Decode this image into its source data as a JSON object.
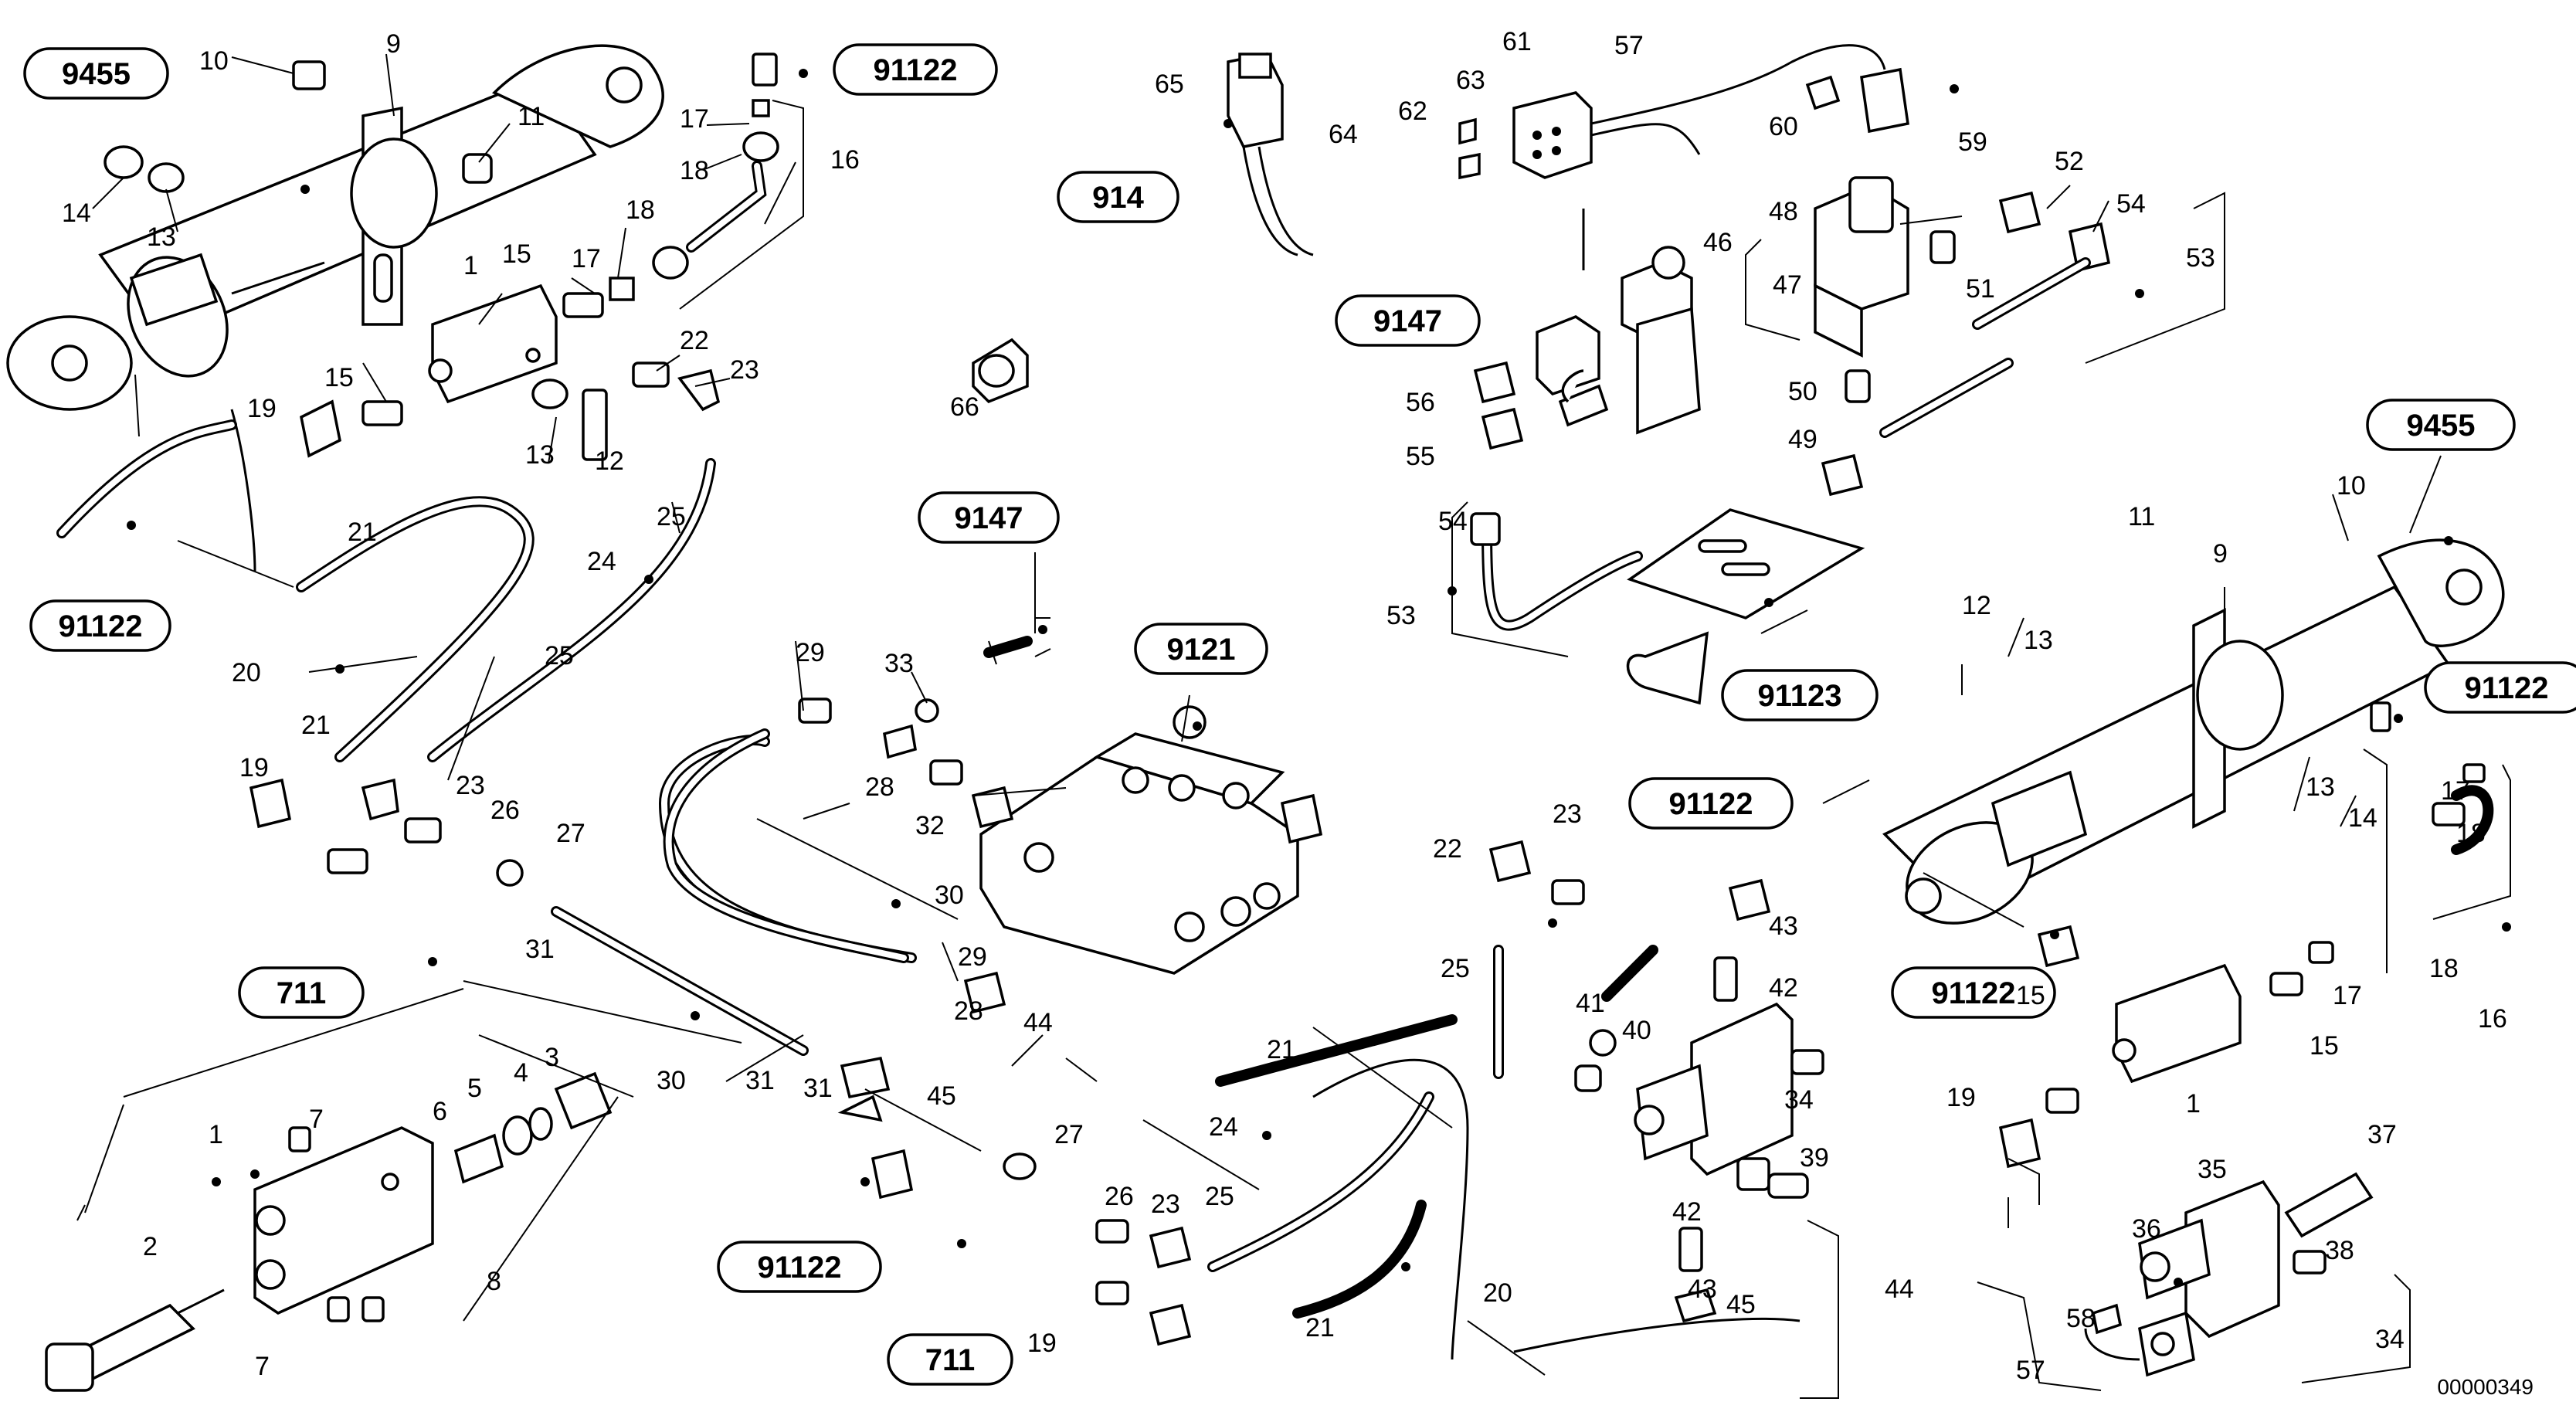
{
  "diagram": {
    "reference_callouts": [
      {
        "label": "9455"
      },
      {
        "label": "91122"
      },
      {
        "label": "91122"
      },
      {
        "label": "711"
      },
      {
        "label": "914"
      },
      {
        "label": "9147"
      },
      {
        "label": "9147"
      },
      {
        "label": "9121"
      },
      {
        "label": "91123"
      },
      {
        "label": "9455"
      },
      {
        "label": "91122"
      },
      {
        "label": "91122"
      },
      {
        "label": "91122"
      },
      {
        "label": "91122"
      },
      {
        "label": "711"
      }
    ],
    "part_numbers": [
      "10",
      "9",
      "11",
      "14",
      "13",
      "17",
      "18",
      "16",
      "1",
      "15",
      "17",
      "18",
      "15",
      "22",
      "23",
      "13",
      "12",
      "25",
      "24",
      "19",
      "21",
      "20",
      "21",
      "25",
      "19",
      "23",
      "26",
      "27",
      "31",
      "30",
      "29",
      "33",
      "28",
      "32",
      "30",
      "31",
      "29",
      "28",
      "31",
      "44",
      "45",
      "27",
      "26",
      "23",
      "25",
      "24",
      "21",
      "19",
      "21",
      "20",
      "1",
      "7",
      "2",
      "7",
      "6",
      "5",
      "4",
      "3",
      "8",
      "65",
      "64",
      "63",
      "61",
      "57",
      "62",
      "60",
      "59",
      "48",
      "52",
      "54",
      "46",
      "47",
      "51",
      "53",
      "56",
      "55",
      "50",
      "49",
      "54",
      "53",
      "66",
      "22",
      "23",
      "25",
      "43",
      "42",
      "41",
      "40",
      "34",
      "39",
      "42",
      "43",
      "45",
      "44",
      "10",
      "11",
      "9",
      "12",
      "13",
      "17",
      "18",
      "13",
      "14",
      "16",
      "18",
      "17",
      "15",
      "15",
      "1",
      "19",
      "37",
      "35",
      "36",
      "38",
      "58",
      "57",
      "34"
    ],
    "document_id": "00000349"
  }
}
